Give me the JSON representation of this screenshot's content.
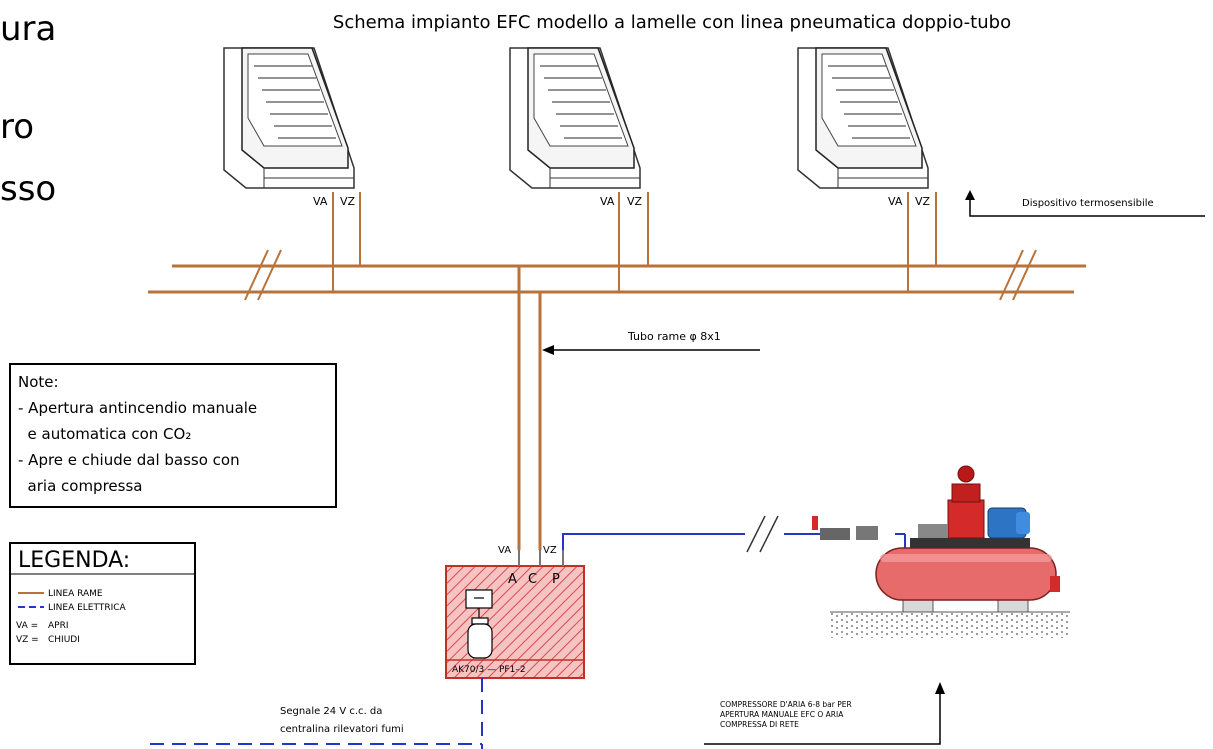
{
  "title": "Schema impianto EFC modello a lamelle con linea pneumatica doppio-tubo",
  "left_text_fragments": [
    "ura",
    "ro",
    "sso"
  ],
  "vent_labels": {
    "va": "VA",
    "vz": "VZ"
  },
  "thermo_label": "Dispositivo termosensibile",
  "tube_label": "Tubo rame φ 8x1",
  "notes": {
    "title": "Note:",
    "lines": [
      "- Apertura antincendio manuale",
      "  e automatica con CO₂",
      "- Apre e chiude dal basso con",
      "  aria compressa"
    ]
  },
  "legend": {
    "title": "LEGENDA:",
    "copper_label": "LINEA RAME",
    "electric_label": "LINEA ELETTRICA",
    "va_label": "VA =",
    "va_value": "APRI",
    "vz_label": "VZ =",
    "vz_value": "CHIUDI"
  },
  "control_box": {
    "ports": [
      "A",
      "C",
      "P"
    ],
    "port_va": "VA",
    "port_vz": "VZ",
    "model": "AK70/3 — PF1–2"
  },
  "signal_label": [
    "Segnale 24 V c.c. da",
    "centralina rilevatori fumi"
  ],
  "compressor_label": [
    "COMPRESSORE D'ARIA 6-8 bar PER",
    "APERTURA MANUALE EFC O ARIA",
    "COMPRESSA DI RETE"
  ],
  "colors": {
    "copper": "#b8733a",
    "electric": "#2336c8",
    "box_fill": "#f3b0b0",
    "tank": "#e86b6b"
  }
}
